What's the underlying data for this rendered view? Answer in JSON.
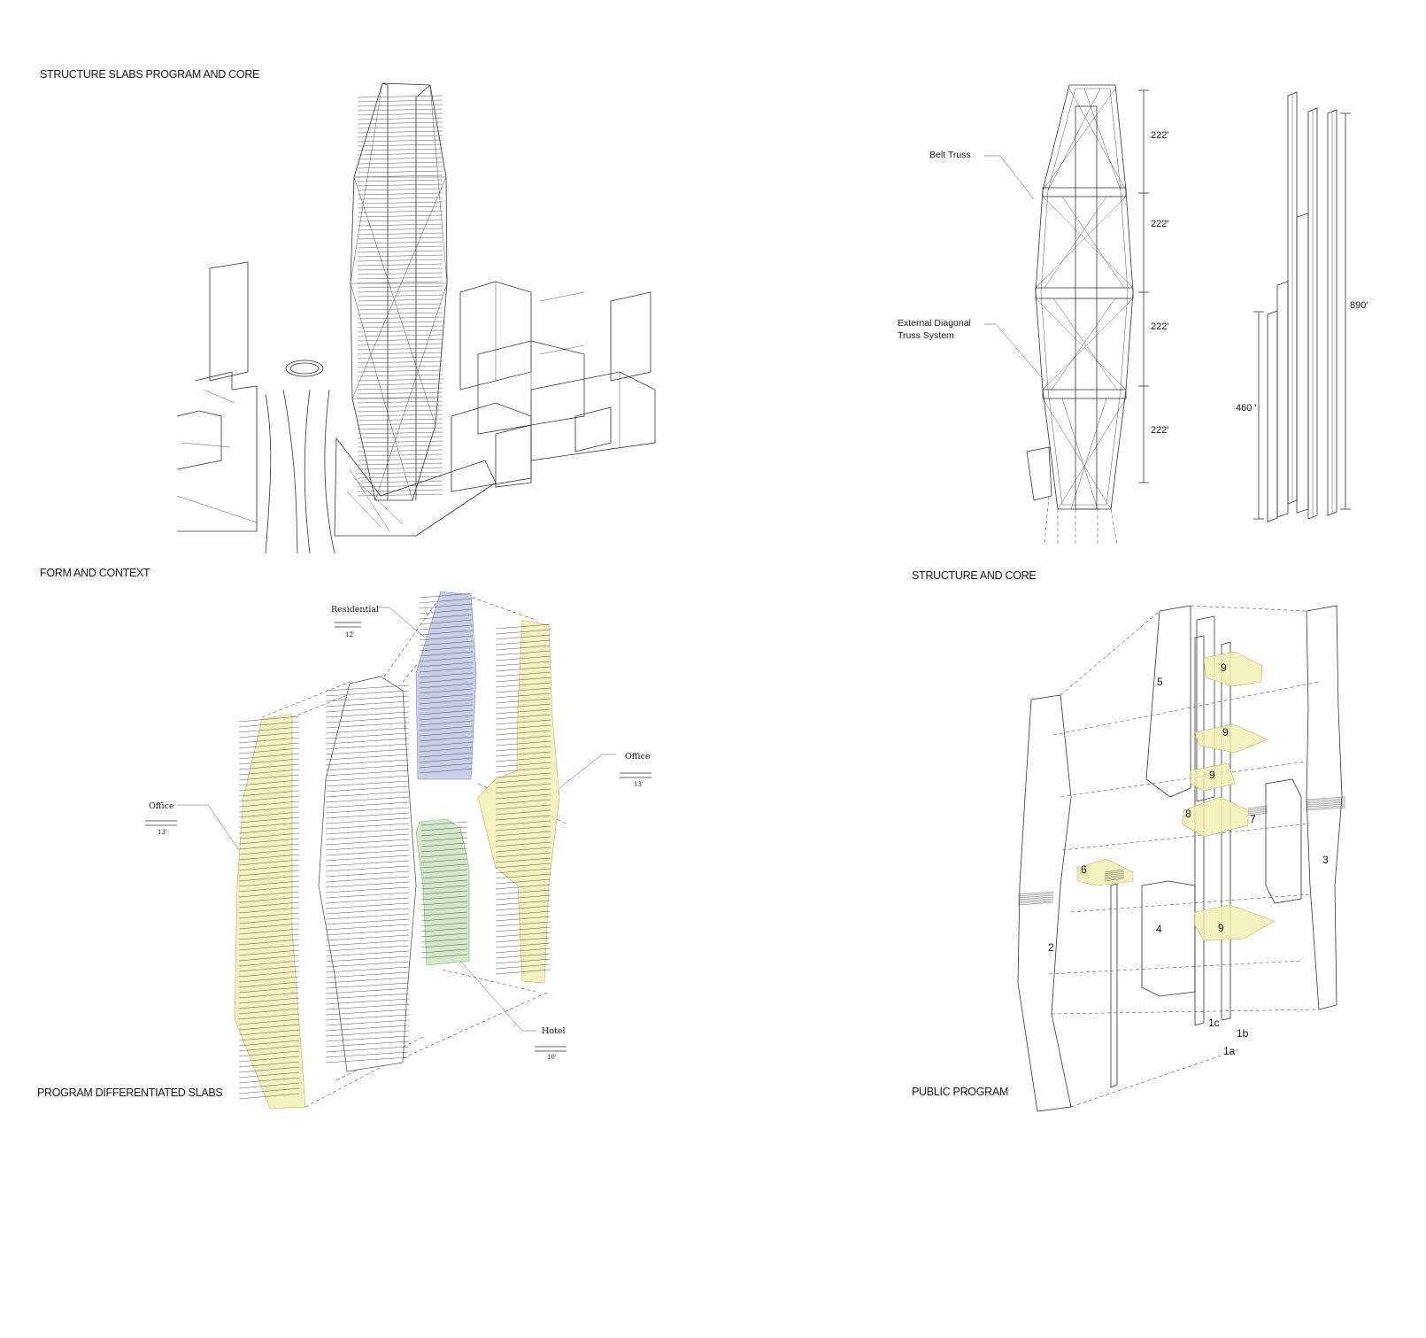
{
  "panels": {
    "top_left": {
      "caption": "STRUCTURE SLABS PROGRAM AND CORE"
    },
    "form_context": {
      "caption": "FORM AND CONTEXT"
    },
    "structure_core": {
      "caption": "STRUCTURE AND CORE",
      "labels": {
        "belt_truss": "Belt Truss",
        "diagonal_line1": "External Diagonal",
        "diagonal_line2": "Truss System"
      },
      "segment_heights": [
        "222'",
        "222'",
        "222'",
        "222'"
      ],
      "core_heights": {
        "tall": "890'",
        "short": "460 '"
      }
    },
    "program_slabs": {
      "caption": "PROGRAM DIFFERENTIATED SLABS",
      "programs": {
        "residential": {
          "label": "Residential",
          "height": "12'"
        },
        "office_left": {
          "label": "Office",
          "height": "13'"
        },
        "office_right": {
          "label": "Office",
          "height": "13'"
        },
        "hotel": {
          "label": "Hotel",
          "height": "10'"
        }
      },
      "colors": {
        "office": "#f3efb3",
        "residential": "#c8cfe9",
        "hotel": "#d3e8c6"
      }
    },
    "public_program": {
      "caption": "PUBLIC PROGRAM",
      "numbers": [
        "9",
        "5",
        "9",
        "9",
        "8",
        "7",
        "6",
        "3",
        "4",
        "9",
        "2",
        "1c",
        "1b",
        "1a"
      ]
    }
  }
}
